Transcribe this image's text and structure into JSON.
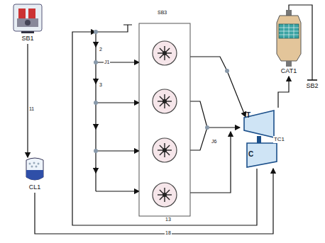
{
  "diagram": {
    "nodes": [
      {
        "text": [
          "SB1"
        ]
      },
      {
        "text": [
          "CL1"
        ]
      },
      {
        "text": [
          "TC1"
        ]
      },
      {
        "text": [
          "CAT1"
        ]
      },
      {
        "text": [
          "SB2"
        ]
      }
    ],
    "edges": [
      {
        "from": 0,
        "to": 1,
        "arrow": "to",
        "label": "11"
      },
      {
        "from": 1,
        "to": 2,
        "arrow": "to",
        "label": "18"
      },
      {
        "from": 2,
        "to": 3,
        "arrow": "to"
      },
      {
        "from": 3,
        "to": 4,
        "arrow": "none"
      }
    ],
    "labels": [
      "SB3",
      "J1",
      "2",
      "3",
      "J6",
      "13",
      "T",
      "C"
    ]
  }
}
